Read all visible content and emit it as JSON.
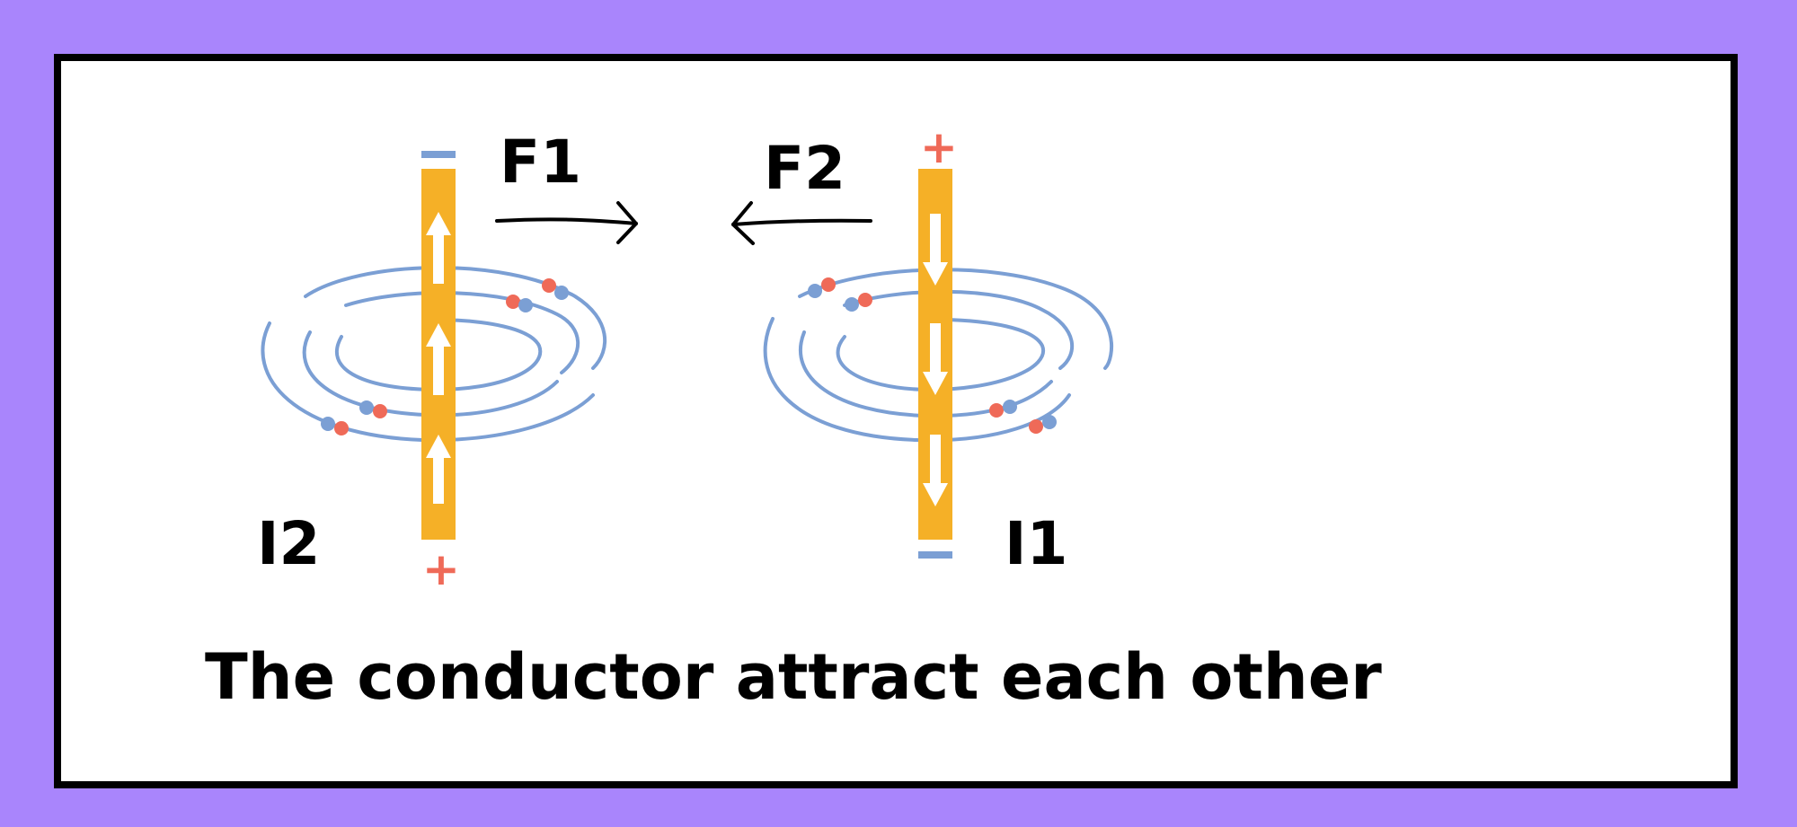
{
  "labels": {
    "f1": "F1",
    "f2": "F2",
    "i1": "I1",
    "i2": "I2",
    "plus": "+"
  },
  "caption": "The conductor attract each other",
  "colors": {
    "background": "#a985fc",
    "conductor": "#f5b027",
    "field_line": "#7b9fd4",
    "positive": "#ef6a58",
    "negative": "#7b9fd4",
    "arrow": "#ffffff"
  }
}
